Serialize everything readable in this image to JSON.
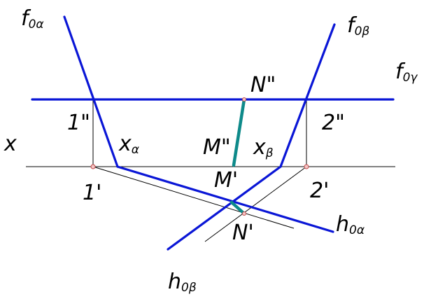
{
  "labels": {
    "f0a_main": "f",
    "f0a_sub": "0α",
    "f0b_main": "f",
    "f0b_sub": "0β",
    "f0g_main": "f",
    "f0g_sub": "0γ",
    "h0a_main": "h",
    "h0a_sub": "0α",
    "h0b_main": "h",
    "h0b_sub": "0β",
    "x_axis": "x",
    "xa_main": "x",
    "xa_sub": "α",
    "xb_main": "x",
    "xb_sub": "β",
    "p1_front": "1\"",
    "p1_top": "1'",
    "p2_front": "2\"",
    "p2_top": "2'",
    "n_front": "N\"",
    "n_top": "N'",
    "m_front": "M\"",
    "m_top": "M'"
  },
  "colors": {
    "trace_lines": "#0a16d6",
    "segment": "#0e8a8a",
    "construction": "#000000",
    "point_marker": "#c24b4b"
  }
}
